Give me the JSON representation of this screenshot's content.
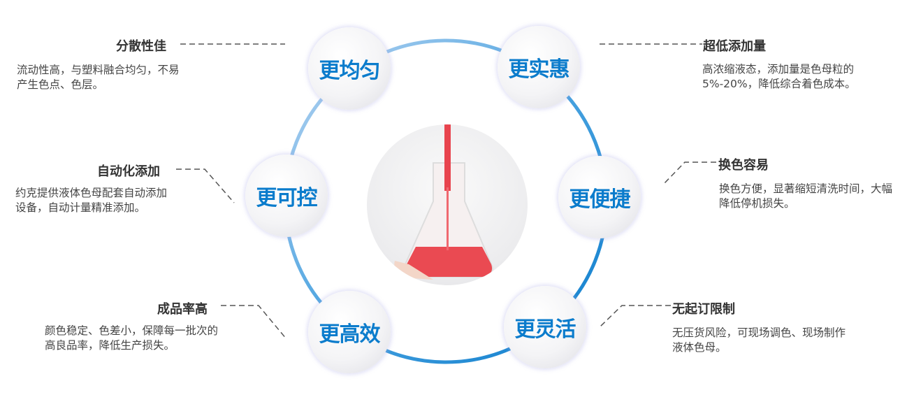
{
  "colors": {
    "accent": "#0b7ccc",
    "text": "#333333"
  },
  "badges": [
    "更均匀",
    "更实惠",
    "更可控",
    "更便捷",
    "更高效",
    "更灵活"
  ],
  "features": [
    {
      "title": "分散性佳",
      "desc": "流动性高，与塑料融合均匀，不易产生色点、色层。"
    },
    {
      "title": "超低添加量",
      "desc": "高浓缩液态，添加量是色母粒的5%-20%，降低综合着色成本。"
    },
    {
      "title": "自动化添加",
      "desc": "约克提供液体色母配套自动添加设备，自动计量精准添加。"
    },
    {
      "title": "换色容易",
      "desc": "换色方便，显著缩短清洗时间，大幅降低停机损失。"
    },
    {
      "title": "成品率高",
      "desc": "颜色稳定、色差小，保障每一批次的高良品率，降低生产损失。"
    },
    {
      "title": "无起订限制",
      "desc": "无压货风险，可现场调色、现场制作液体色母。"
    }
  ]
}
